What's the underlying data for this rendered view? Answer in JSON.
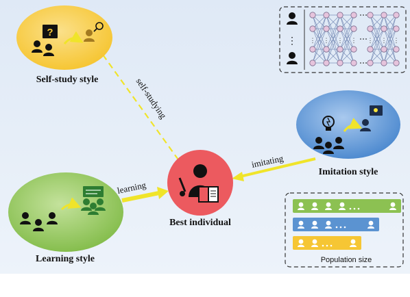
{
  "nodes": {
    "self_study": {
      "label": "Self-study style",
      "color": "#f6c634"
    },
    "imitation": {
      "label": "Imitation style",
      "color": "#5b93d1"
    },
    "learning": {
      "label": "Learning style",
      "color": "#8cc152"
    },
    "best": {
      "label": "Best individual",
      "color": "#ec5a5f"
    }
  },
  "edges": {
    "self_studying": "self-studying",
    "imitating": "imitating",
    "learning": "learning"
  },
  "population": {
    "label": "Population size",
    "rows": [
      "#8cc152",
      "#5b93d1",
      "#f6c634"
    ]
  },
  "colors": {
    "background_top": "#dfe9f6",
    "background_bottom": "#eaf1f9",
    "arrow_yellow": "#f0e42a",
    "neural_node": "#e6c4dc",
    "icon": "#111111"
  }
}
